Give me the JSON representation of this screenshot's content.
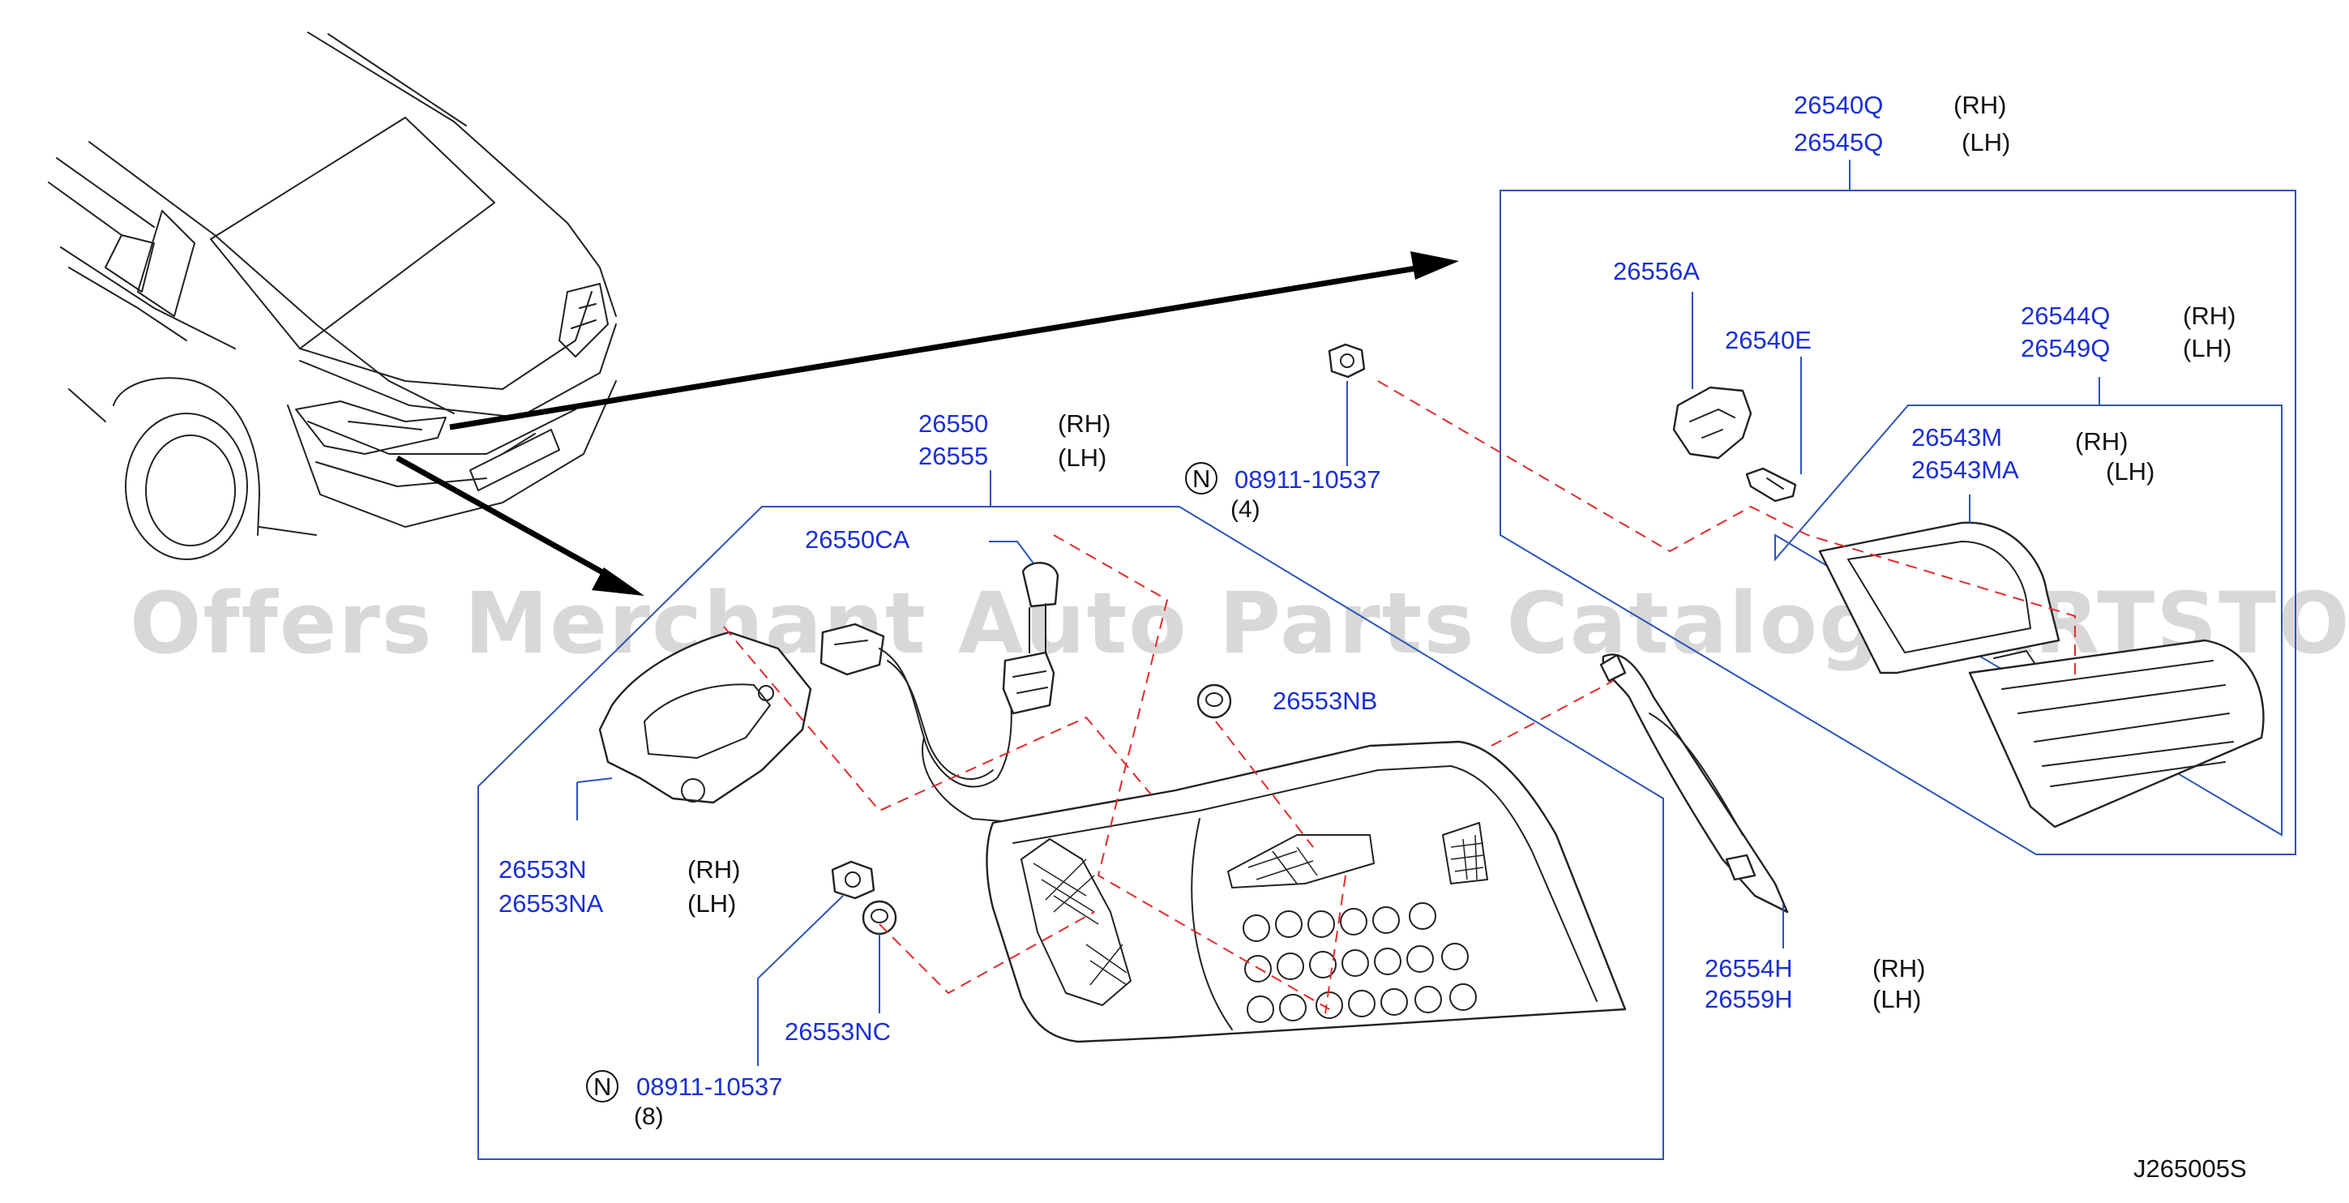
{
  "watermark": "Offers Merchant Auto Parts Catalog PARTSTORE.SA",
  "diagram_ref": "J265005S",
  "parts": {
    "p26540Q": "26540Q",
    "p26545Q": "26545Q",
    "p26556A": "26556A",
    "p26540E": "26540E",
    "p26544Q": "26544Q",
    "p26549Q": "26549Q",
    "p26543M": "26543M",
    "p26543MA": "26543MA",
    "p26550": "26550",
    "p26555": "26555",
    "p26550CA": "26550CA",
    "p08911_top": "08911-10537",
    "p26553NB": "26553NB",
    "p26553N": "26553N",
    "p26553NA": "26553NA",
    "p26553NC": "26553NC",
    "p08911_bottom": "08911-10537",
    "p26554H": "26554H",
    "p26559H": "26559H"
  },
  "sides": {
    "rh": "(RH)",
    "lh": "(LH)"
  },
  "quantities": {
    "q_top": "(4)",
    "q_bottom": "(8)"
  },
  "symbols": {
    "nut_marker": "N"
  }
}
